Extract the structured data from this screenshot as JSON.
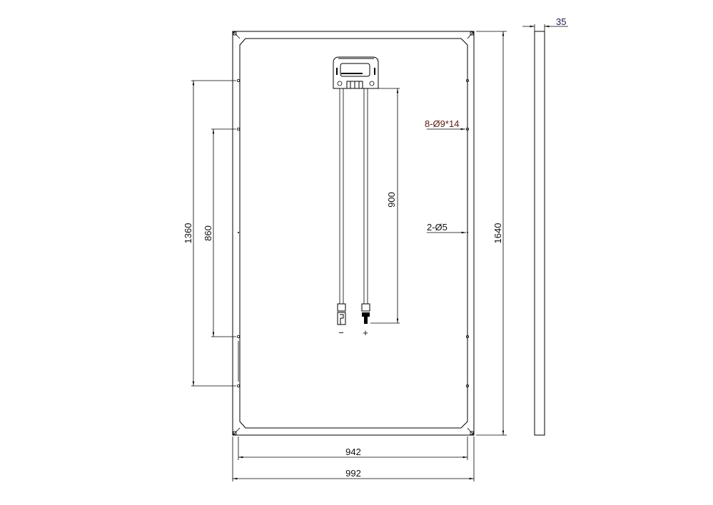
{
  "dimensions": {
    "width": "992",
    "inner_width": "942",
    "height": "1640",
    "mount_span_outer": "1360",
    "mount_span_inner": "860",
    "cable_length": "900",
    "thickness": "35"
  },
  "callouts": {
    "mounting_holes": "8-Ø9*14",
    "ground_holes": "2-Ø5"
  },
  "connectors": {
    "negative": "−",
    "positive": "+"
  },
  "colors": {
    "line": "#000000",
    "callout_text": "#5a1a10"
  }
}
